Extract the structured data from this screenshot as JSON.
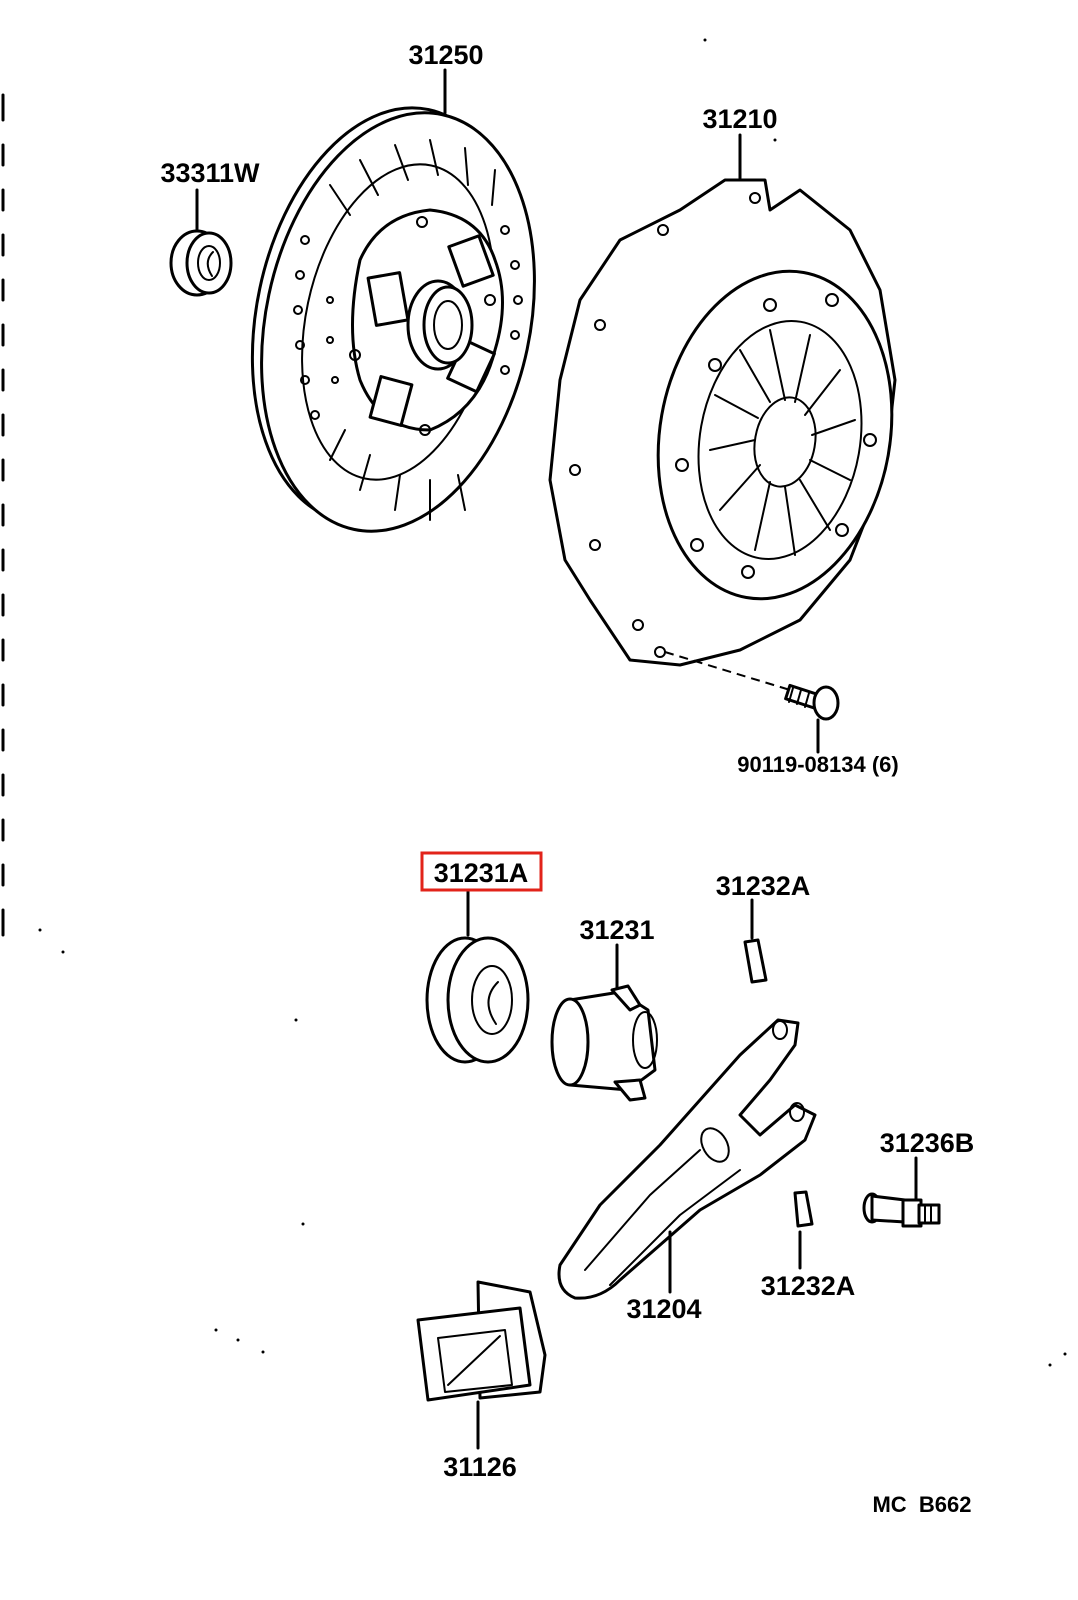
{
  "labels": {
    "clutch_disc": "31250",
    "pilot_bearing": "33311W",
    "pressure_plate": "31210",
    "bolt": "90119-08134 (6)",
    "release_bearing": "31231A",
    "bearing_hub": "31231",
    "clip_top": "31232A",
    "release_fork": "31204",
    "pivot": "31236B",
    "clip_bottom": "31232A",
    "boot": "31126"
  },
  "diagram_code": "MC  B662",
  "colors": {
    "highlight": "#e2231a",
    "ink": "#000000"
  }
}
